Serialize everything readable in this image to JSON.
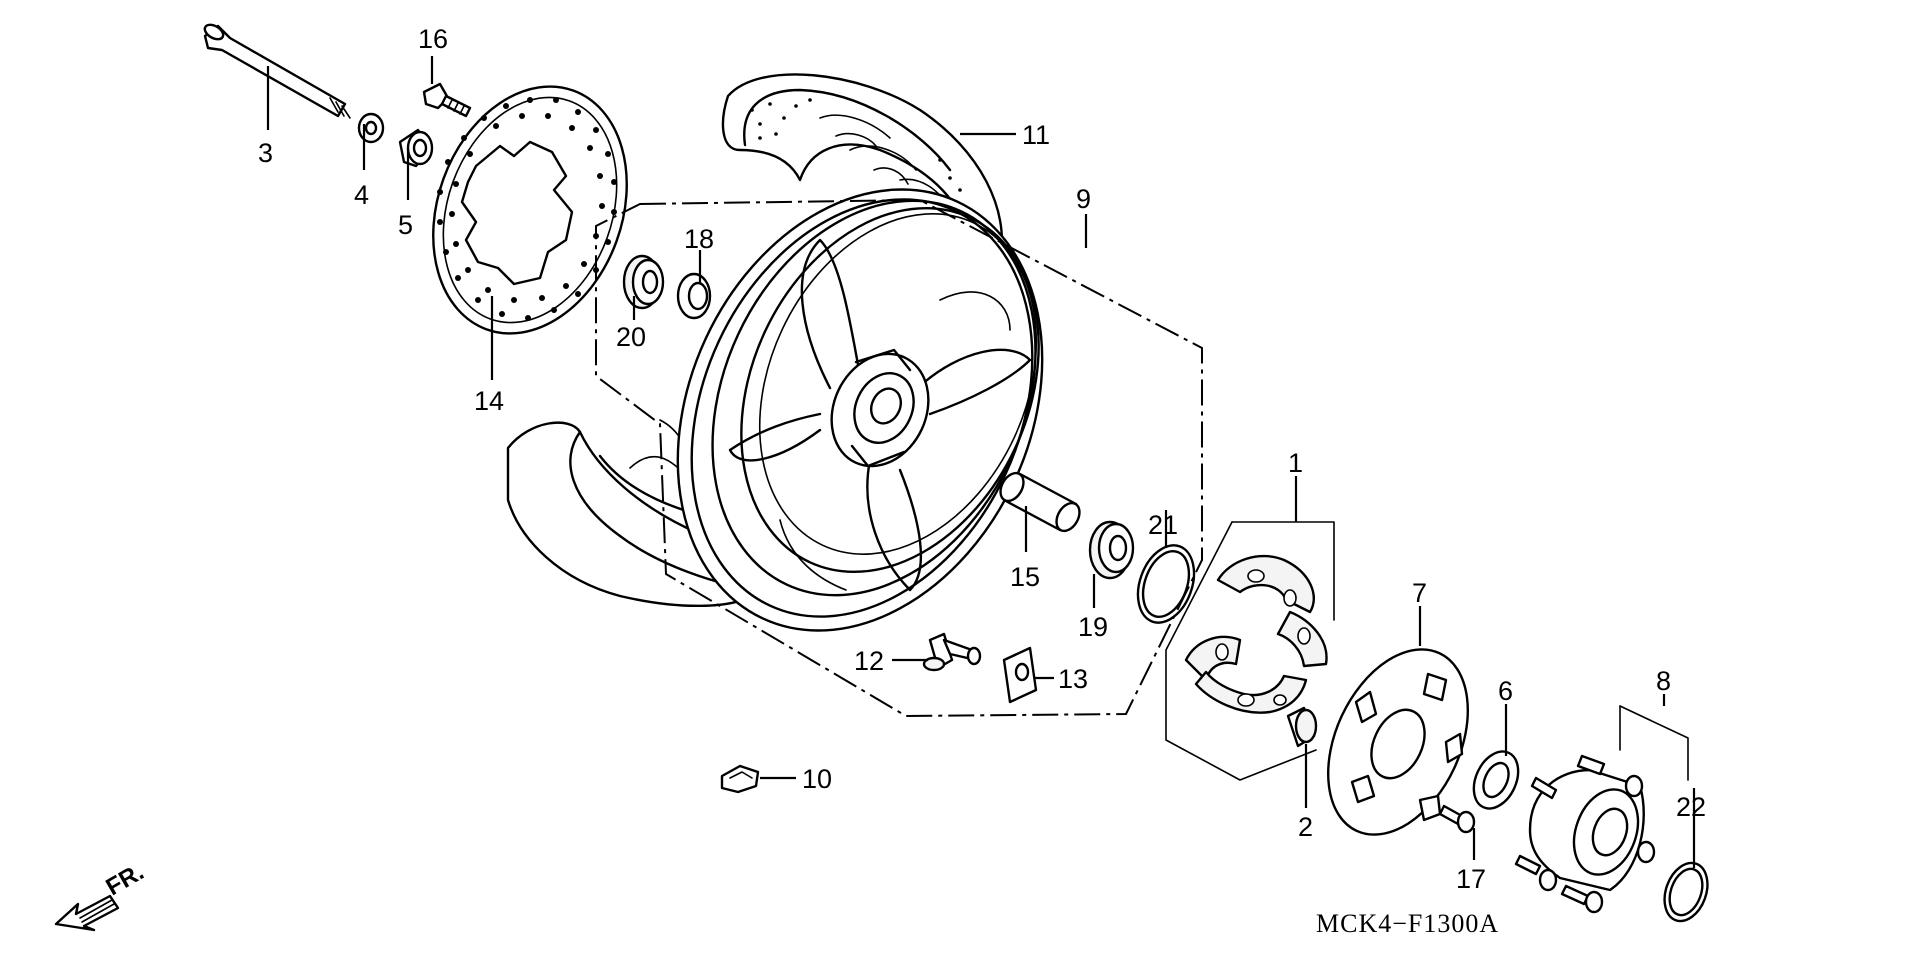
{
  "diagram": {
    "drawing_code": "MCK4−F1300A",
    "direction_label": "FR.",
    "callouts": [
      {
        "id": "1",
        "label": "1"
      },
      {
        "id": "2",
        "label": "2"
      },
      {
        "id": "3",
        "label": "3"
      },
      {
        "id": "4",
        "label": "4"
      },
      {
        "id": "5",
        "label": "5"
      },
      {
        "id": "6",
        "label": "6"
      },
      {
        "id": "7",
        "label": "7"
      },
      {
        "id": "8",
        "label": "8"
      },
      {
        "id": "9",
        "label": "9"
      },
      {
        "id": "10",
        "label": "10"
      },
      {
        "id": "11",
        "label": "11"
      },
      {
        "id": "12",
        "label": "12"
      },
      {
        "id": "13",
        "label": "13"
      },
      {
        "id": "14",
        "label": "14"
      },
      {
        "id": "15",
        "label": "15"
      },
      {
        "id": "16",
        "label": "16"
      },
      {
        "id": "17",
        "label": "17"
      },
      {
        "id": "18",
        "label": "18"
      },
      {
        "id": "19",
        "label": "19"
      },
      {
        "id": "20",
        "label": "20"
      },
      {
        "id": "21",
        "label": "21"
      },
      {
        "id": "22",
        "label": "22"
      }
    ]
  }
}
